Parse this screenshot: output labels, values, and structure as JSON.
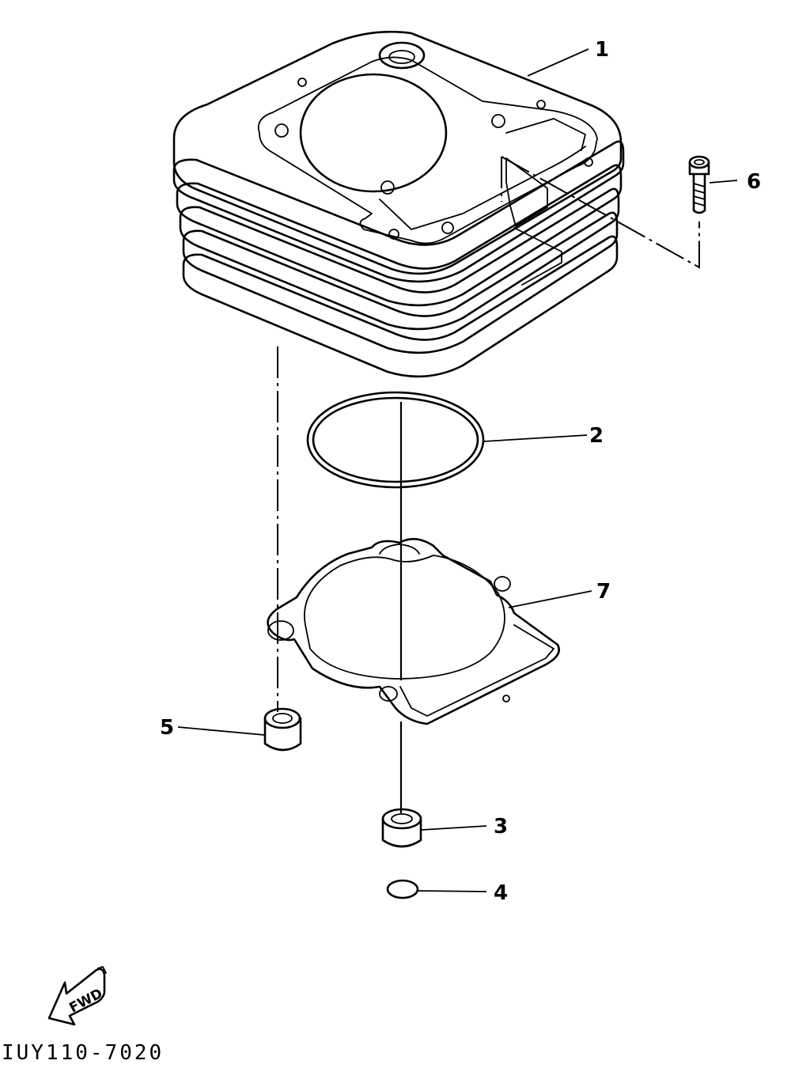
{
  "diagram": {
    "parts": [
      {
        "id": "cylinder",
        "callout": "1"
      },
      {
        "id": "o-ring",
        "callout": "2"
      },
      {
        "id": "dowel-pin",
        "callout": "3"
      },
      {
        "id": "small-o-ring",
        "callout": "4"
      },
      {
        "id": "dowel-pin-2",
        "callout": "5"
      },
      {
        "id": "bolt",
        "callout": "6"
      },
      {
        "id": "cylinder-gasket",
        "callout": "7"
      }
    ],
    "forward_indicator": "FWD",
    "drawing_code": "IUY110-7020"
  }
}
